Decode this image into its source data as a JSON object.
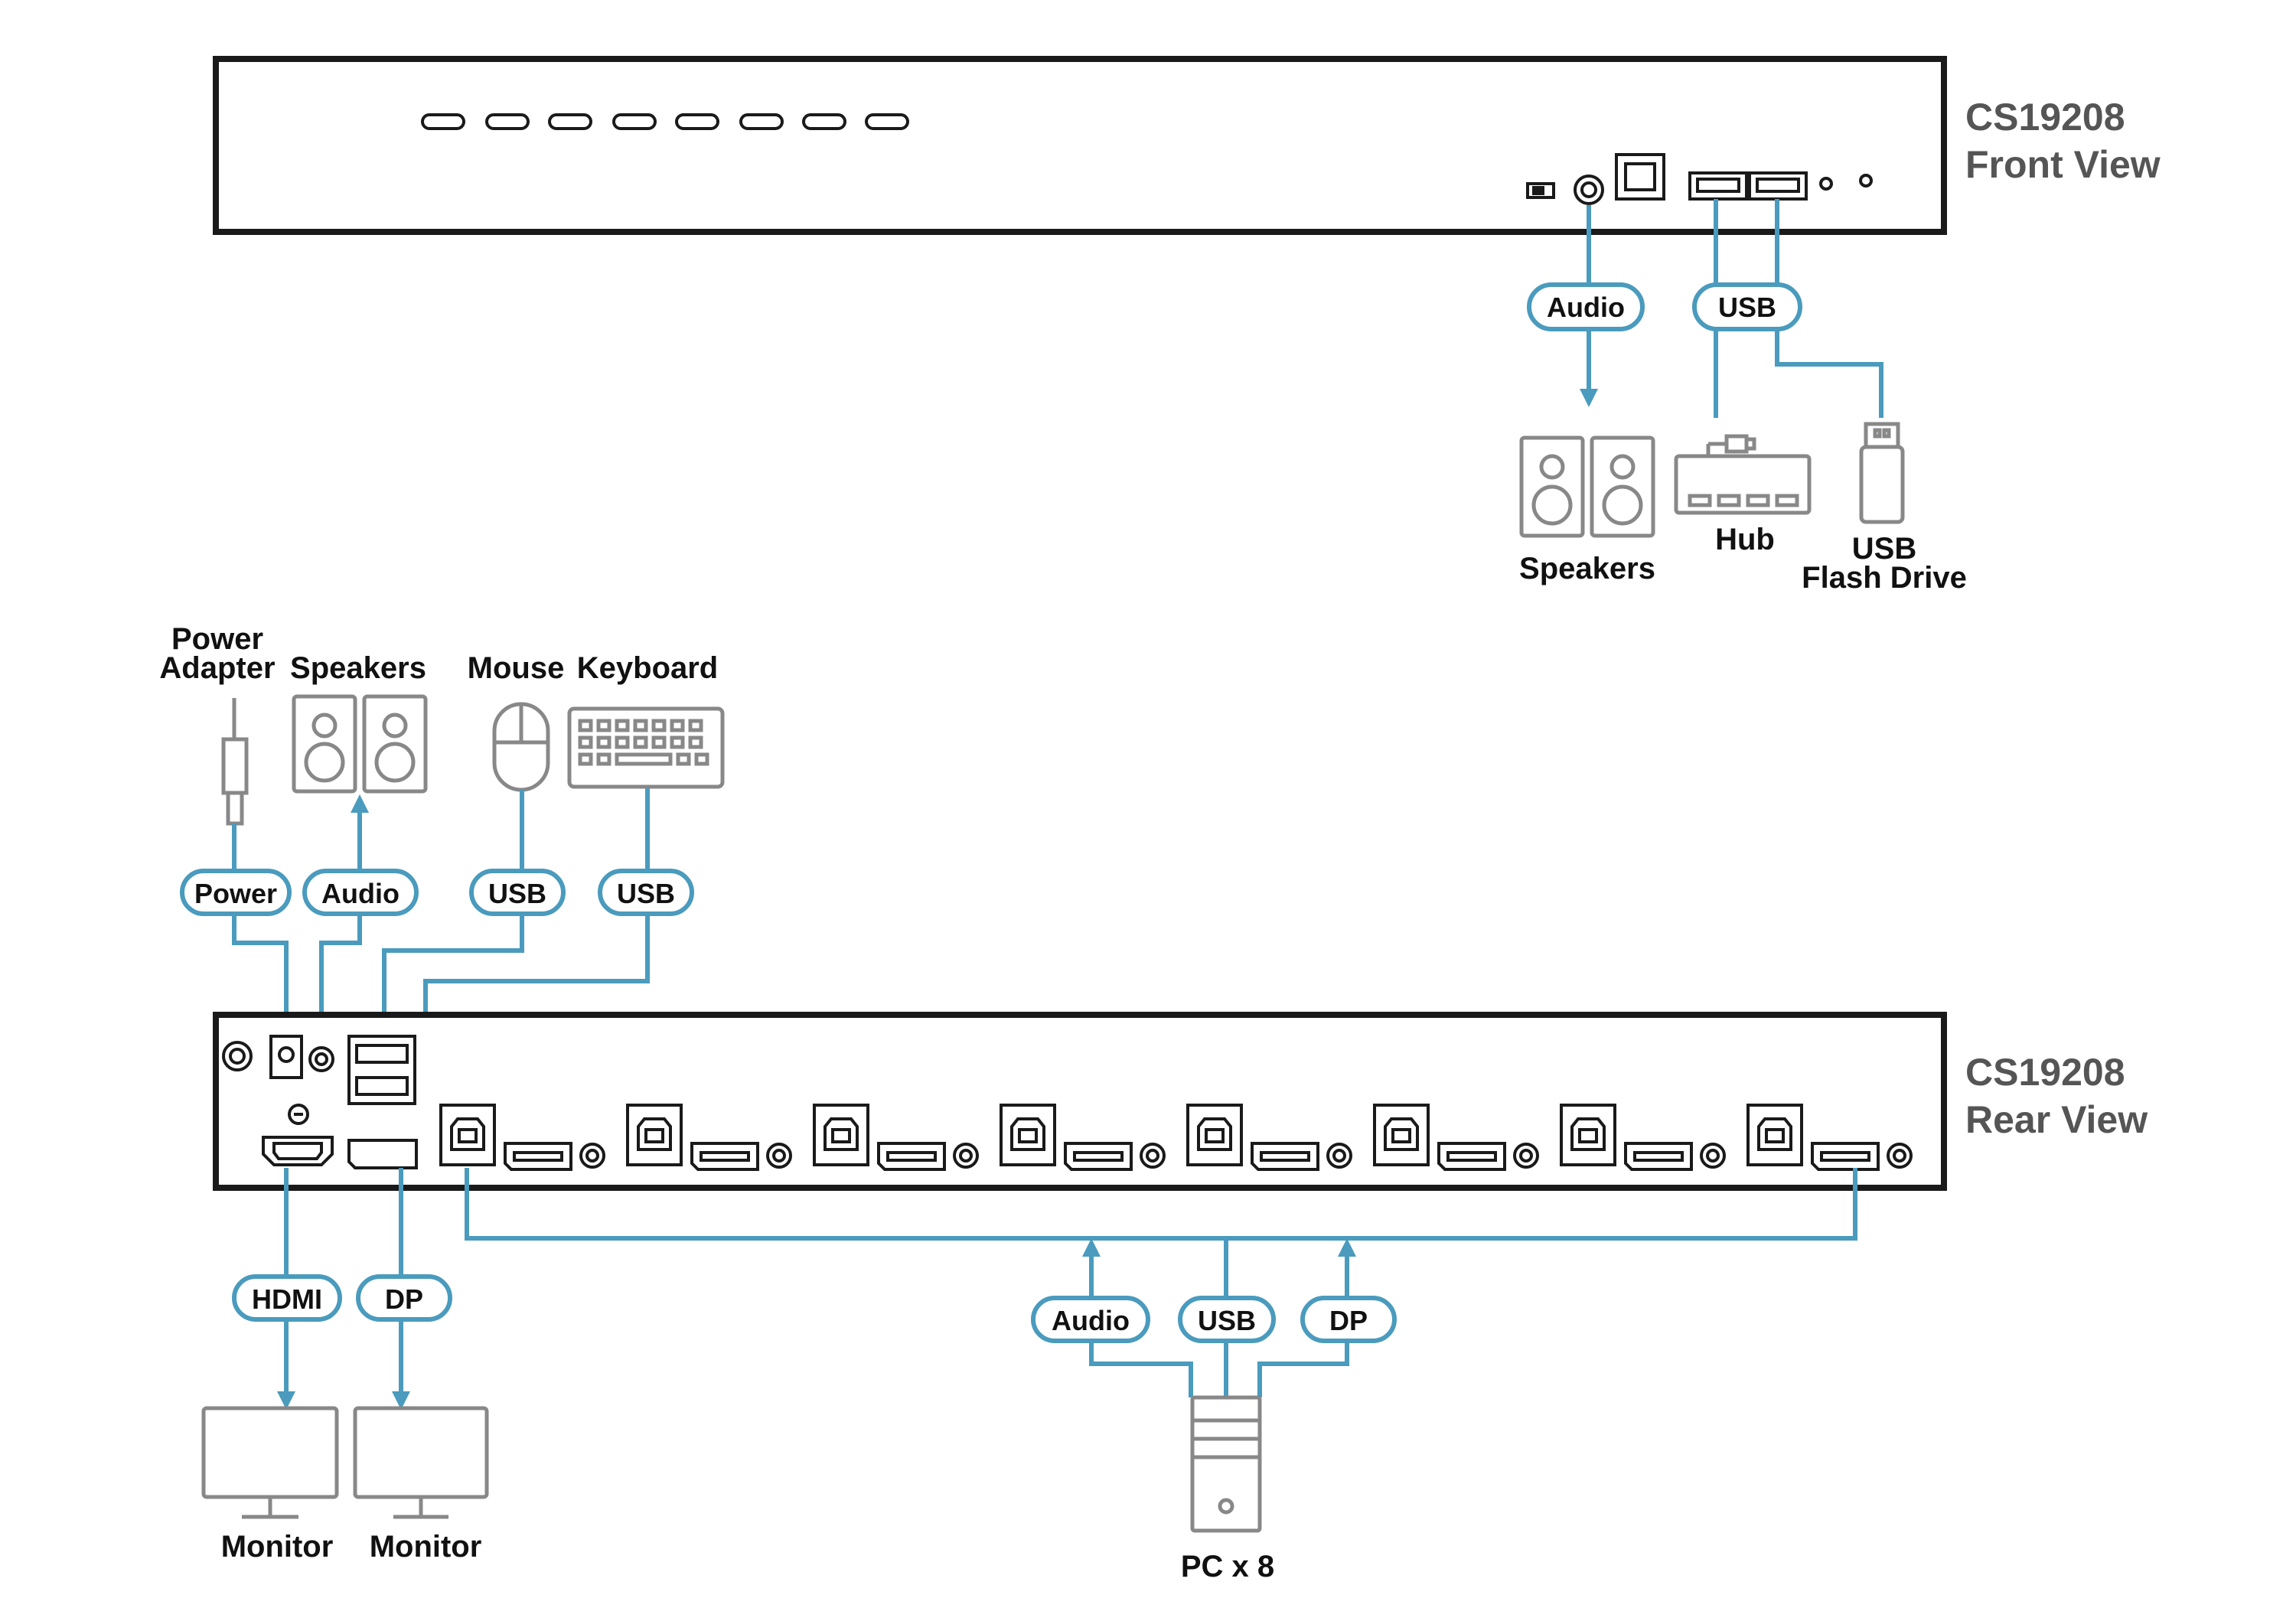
{
  "front_unit": {
    "model": "CS19208",
    "view": "Front View"
  },
  "rear_unit": {
    "model": "CS19208",
    "view": "Rear View"
  },
  "front_connections": {
    "audio_label": "Audio",
    "usb_label": "USB",
    "devices": {
      "speakers": "Speakers",
      "hub": "Hub",
      "usb_flash_line1": "USB",
      "usb_flash_line2": "Flash Drive"
    }
  },
  "rear_top_devices": {
    "power_line1": "Power",
    "power_line2": "Adapter",
    "speakers": "Speakers",
    "mouse": "Mouse",
    "keyboard": "Keyboard"
  },
  "rear_top_cables": {
    "power": "Power",
    "audio": "Audio",
    "mouse_usb": "USB",
    "keyboard_usb": "USB"
  },
  "rear_bottom_cables": {
    "hdmi": "HDMI",
    "dp": "DP",
    "pc_audio": "Audio",
    "pc_usb": "USB",
    "pc_dp": "DP"
  },
  "rear_bottom_devices": {
    "monitor1": "Monitor",
    "monitor2": "Monitor",
    "pc": "PC x 8"
  },
  "pc_port_groups": 8,
  "colors": {
    "cable": "#4a9bbd",
    "outline": "#1a1a1a",
    "device": "#888888",
    "title": "#555555"
  }
}
